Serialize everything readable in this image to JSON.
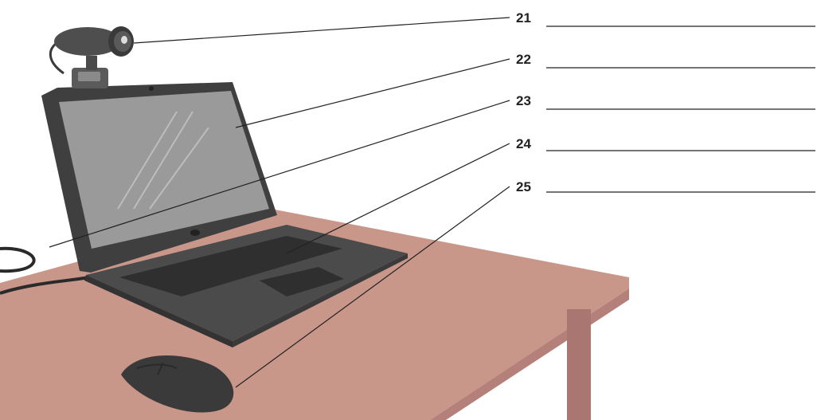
{
  "labels": [
    {
      "number": "21",
      "part": "webcam"
    },
    {
      "number": "22",
      "part": "screen"
    },
    {
      "number": "23",
      "part": "cable"
    },
    {
      "number": "24",
      "part": "keyboard"
    },
    {
      "number": "25",
      "part": "mouse"
    }
  ],
  "colors": {
    "table_top": "#c9968a",
    "table_edge": "#b5807a",
    "table_leg": "#a97672",
    "laptop_body": "#4b4b4b",
    "laptop_dark": "#333333",
    "screen": "#9a9a9a",
    "mouse": "#3a3a3a",
    "leader_line": "#222222"
  }
}
